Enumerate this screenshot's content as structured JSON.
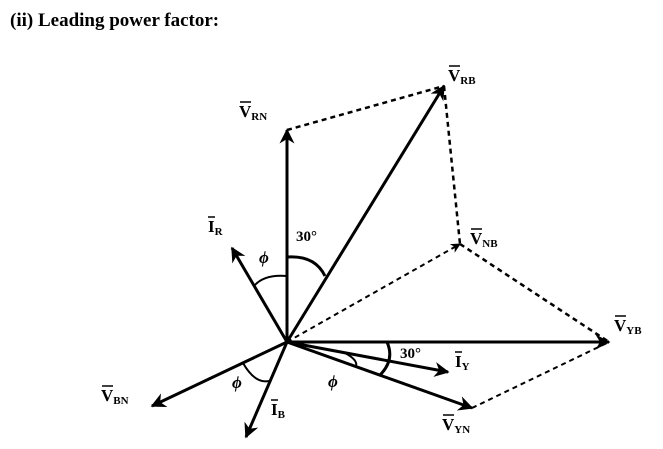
{
  "heading": "(ii) Leading power factor:",
  "colors": {
    "ink": "#000000",
    "background": "#ffffff"
  },
  "phasors": {
    "v_rn": {
      "main": "V",
      "sub": "RN"
    },
    "v_rb": {
      "main": "V",
      "sub": "RB"
    },
    "v_nb": {
      "main": "V",
      "sub": "NB"
    },
    "v_yb": {
      "main": "V",
      "sub": "YB"
    },
    "v_bn": {
      "main": "V",
      "sub": "BN"
    },
    "v_yn": {
      "main": "V",
      "sub": "YN"
    },
    "i_r": {
      "main": "I",
      "sub": "R"
    },
    "i_y": {
      "main": "I",
      "sub": "Y"
    },
    "i_b": {
      "main": "I",
      "sub": "B"
    }
  },
  "angles": {
    "rb_rn": "30°",
    "yb_yn": "30°",
    "phi": "ϕ"
  }
}
